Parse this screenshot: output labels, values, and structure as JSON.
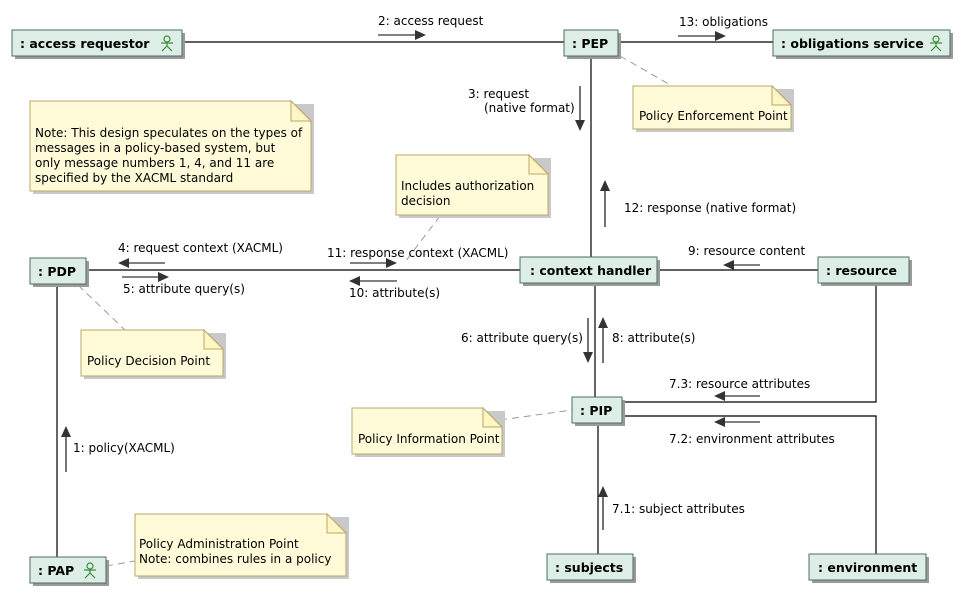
{
  "nodes": [
    {
      "id": "access_requestor",
      "label": ": access requestor",
      "actor": true
    },
    {
      "id": "pep",
      "label": ": PEP",
      "actor": false
    },
    {
      "id": "obligations_service",
      "label": ": obligations service",
      "actor": true
    },
    {
      "id": "pdp",
      "label": ": PDP",
      "actor": false
    },
    {
      "id": "context_handler",
      "label": ": context handler",
      "actor": false
    },
    {
      "id": "resource",
      "label": ": resource",
      "actor": false
    },
    {
      "id": "pip",
      "label": ": PIP",
      "actor": false
    },
    {
      "id": "pap",
      "label": ": PAP",
      "actor": true
    },
    {
      "id": "subjects",
      "label": ": subjects",
      "actor": false
    },
    {
      "id": "environment",
      "label": ": environment",
      "actor": false
    }
  ],
  "notes": [
    {
      "id": "design_note",
      "lines": [
        "Note: This design speculates on the types of",
        "messages in a policy-based system, but",
        "only message numbers 1, 4, and 11 are",
        "specified by the XACML standard"
      ]
    },
    {
      "id": "pep_note",
      "lines": [
        "Policy Enforcement Point"
      ]
    },
    {
      "id": "authz_note",
      "lines": [
        "Includes authorization",
        "decision"
      ]
    },
    {
      "id": "pdp_note",
      "lines": [
        "Policy Decision Point"
      ]
    },
    {
      "id": "pip_note",
      "lines": [
        "Policy Information Point"
      ]
    },
    {
      "id": "pap_note",
      "lines": [
        "Policy Administration Point",
        "Note: combines rules in a policy"
      ]
    }
  ],
  "messages": {
    "m1": "1: policy(XACML)",
    "m2": "2: access request",
    "m3a": "3:  request",
    "m3b": "(native format)",
    "m4": "4: request context (XACML)",
    "m5": "5: attribute query(s)",
    "m6": "6: attribute query(s)",
    "m7_1": "7.1: subject attributes",
    "m7_2": "7.2: environment attributes",
    "m7_3": "7.3: resource attributes",
    "m8": "8: attribute(s)",
    "m9": "9: resource content",
    "m10": "10: attribute(s)",
    "m11": "11: response context (XACML)",
    "m12": "12: response (native format)",
    "m13": "13: obligations"
  }
}
